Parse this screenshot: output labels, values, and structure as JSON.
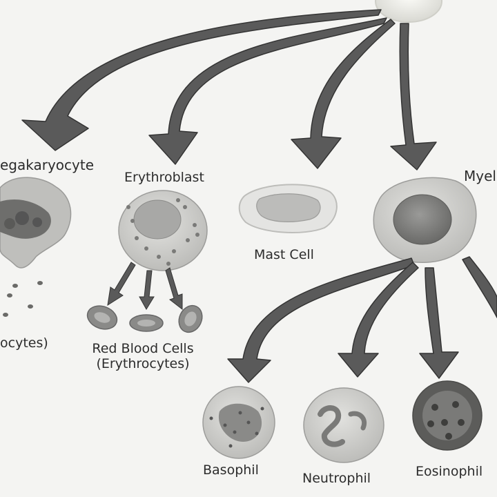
{
  "labels": {
    "megakaryocyte": "egakaryocyte",
    "thrombocytes": "ocytes)",
    "erythroblast": "Erythroblast",
    "red_blood_cells_line1": "Red Blood Cells",
    "red_blood_cells_line2": "(Erythrocytes)",
    "mast_cell": "Mast Cell",
    "myeloblast": "Myel",
    "basophil": "Basophil",
    "neutrophil": "Neutrophil",
    "eosinophil": "Eosinophil"
  },
  "colors": {
    "background": "#f4f4f2",
    "arrow_fill": "#5a5a5a",
    "arrow_stroke": "#333333",
    "cell_light": "#d4d4d2",
    "cell_mid": "#b8b8b6",
    "cell_dark": "#6a6a6a",
    "text": "#2c2c2c"
  }
}
